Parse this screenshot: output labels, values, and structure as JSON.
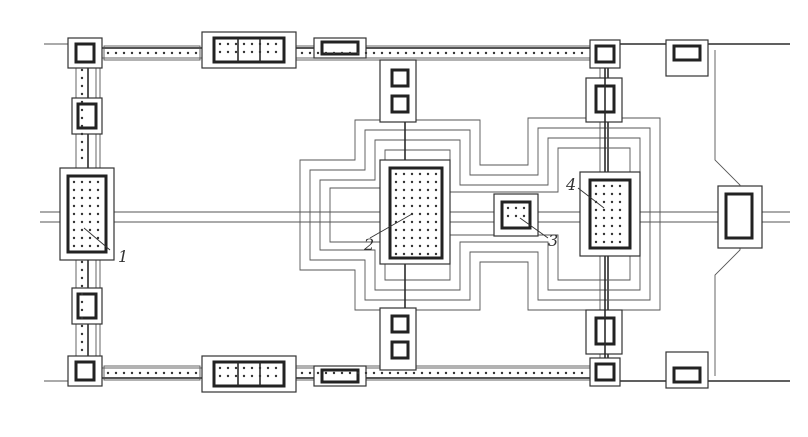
{
  "plan": {
    "markers": [
      {
        "id": "1",
        "text": "1"
      },
      {
        "id": "2",
        "text": "2"
      },
      {
        "id": "3",
        "text": "3"
      },
      {
        "id": "4",
        "text": "4"
      }
    ]
  }
}
